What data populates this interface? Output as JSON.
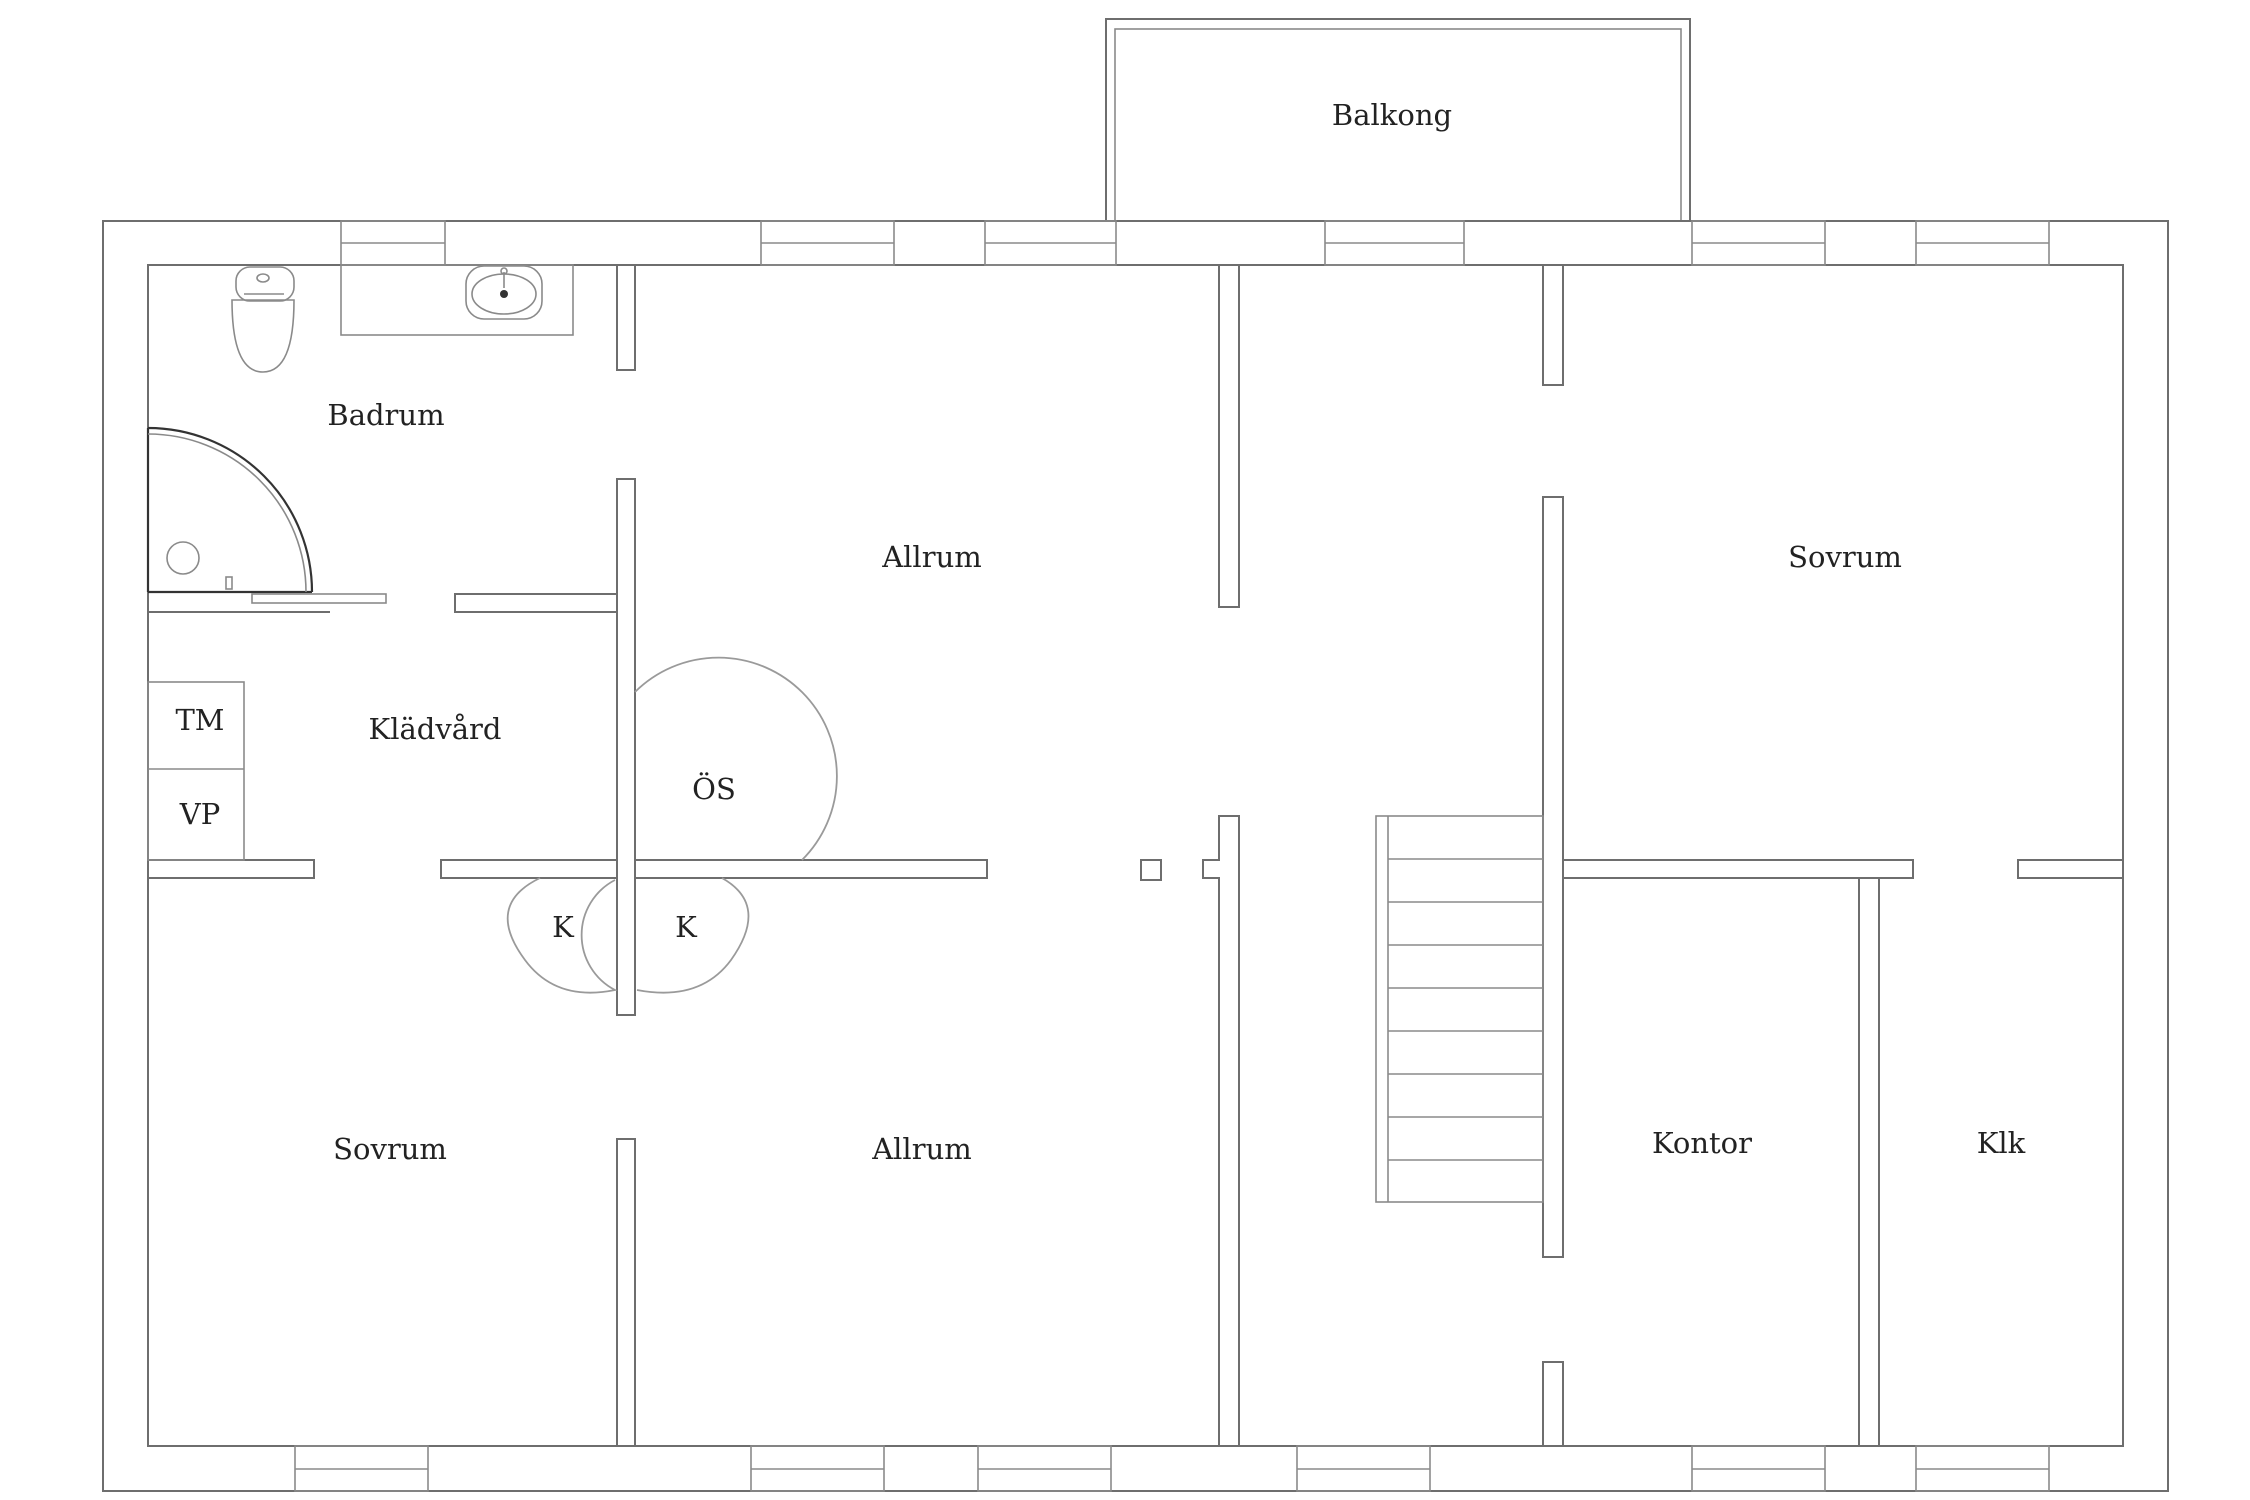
{
  "rooms": {
    "balkong": "Balkong",
    "badrum": "Badrum",
    "allrum_top": "Allrum",
    "sovrum_right": "Sovrum",
    "kladvard": "Klädvård",
    "tm": "TM",
    "vp": "VP",
    "os": "ÖS",
    "k_left": "K",
    "k_right": "K",
    "sovrum_left": "Sovrum",
    "allrum_bottom": "Allrum",
    "kontor": "Kontor",
    "klk": "Klk"
  },
  "colors": {
    "wall": "#6e6e6e",
    "text": "#222222",
    "background": "#ffffff"
  }
}
